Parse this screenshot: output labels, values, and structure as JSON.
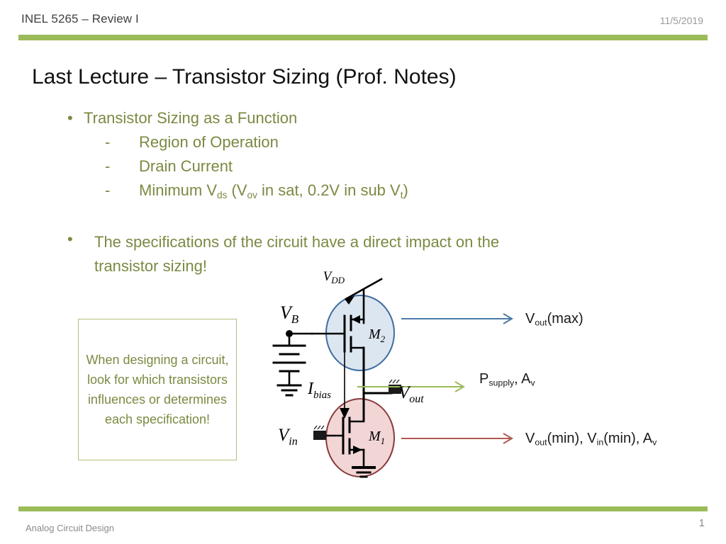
{
  "header": {
    "title": "INEL 5265 – Review I",
    "date": "11/5/2019",
    "rule_color": "#9bbb59"
  },
  "slide": {
    "title": "Last Lecture – Transistor Sizing (Prof. Notes)",
    "body_text_color": "#7a8a42"
  },
  "bullets": {
    "b1_marker": "•",
    "b1_text": "Transistor Sizing as a Function",
    "sub1_marker": "-",
    "sub1_text": "Region of Operation",
    "sub2_marker": "-",
    "sub2_text": "Drain Current",
    "sub3_marker": "-",
    "sub3_prefix": "Minimum  V",
    "sub3_sub_ds": "ds",
    "sub3_mid": "   (V",
    "sub3_sub_ov": "ov",
    "sub3_mid2": " in sat, 0.2V in sub V",
    "sub3_sub_t": "t",
    "sub3_suffix": ")",
    "b2_marker": "•",
    "b2_line1": "The specifications of the circuit have a direct impact on the",
    "b2_line2": "transistor sizing!"
  },
  "callout": {
    "text": "When designing a circuit, look for which transistors influences or determines each specification!",
    "border_color": "#b3c07c"
  },
  "circuit": {
    "vdd_label_main": "V",
    "vdd_label_sub": "DD",
    "vb_label_main": "V",
    "vb_label_sub": "B",
    "m2_label_main": "M",
    "m2_label_sub": "2",
    "m1_label_main": "M",
    "m1_label_sub": "1",
    "ibias_label_main": "I",
    "ibias_label_sub": "bias",
    "vout_label_main": "V",
    "vout_label_sub": "out",
    "vin_label_main": "V",
    "vin_label_sub": "in",
    "pmos_circle_fill": "#dce6f0",
    "pmos_circle_stroke": "#3f6d9e",
    "nmos_circle_fill": "#f2d6d6",
    "nmos_circle_stroke": "#8b3a3a",
    "arrow_top_color": "#4a7ba7",
    "arrow_mid_color": "#9bbb59",
    "arrow_bottom_color": "#b05a52",
    "wire_color": "#000000"
  },
  "annotations": {
    "top_main": "V",
    "top_sub": "out",
    "top_rest": "(max)",
    "mid_main": "P",
    "mid_sub": "supply",
    "mid_comma": ", A",
    "mid_sub2": "v",
    "bot_main1": "V",
    "bot_sub1": "out",
    "bot_mid1": "(min), V",
    "bot_sub2": "in",
    "bot_mid2": "(min), A",
    "bot_sub3": "v"
  },
  "footer": {
    "text": "Analog Circuit Design",
    "page": "1",
    "rule_color": "#9bbb59"
  }
}
